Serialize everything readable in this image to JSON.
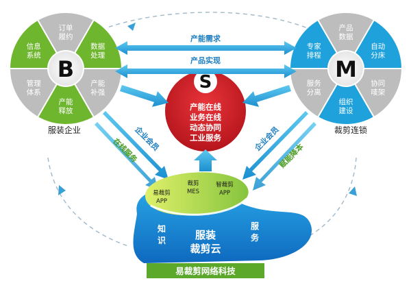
{
  "b_wheel": {
    "letter": "B",
    "caption": "服装企业",
    "segments": [
      [
        "订单",
        "履约"
      ],
      [
        "数据",
        "处理"
      ],
      [
        "产能",
        "补强"
      ],
      [
        "产能",
        "释放"
      ],
      [
        "管理",
        "体系"
      ],
      [
        "信息",
        "系统"
      ]
    ],
    "colors": {
      "green": "#6fb62f",
      "gray": "#bdbdbd"
    }
  },
  "m_wheel": {
    "letter": "M",
    "caption": "裁剪连锁",
    "segments": [
      [
        "产品",
        "数据"
      ],
      [
        "自动",
        "分床"
      ],
      [
        "协同",
        "唛架"
      ],
      [
        "组织",
        "建设"
      ],
      [
        "服务",
        "分离"
      ],
      [
        "专家",
        "排程"
      ]
    ],
    "colors": {
      "blue": "#1fa2dc",
      "gray": "#bdbdbd"
    }
  },
  "s_circle": {
    "letter": "S",
    "lines": [
      "产能在线",
      "业务在线",
      "动态协同",
      "工业服务"
    ],
    "color": "#d9222a"
  },
  "arrows": {
    "top": "产能需求",
    "middle": "产品实现",
    "left_upper": "企业会员",
    "left_lower": "在线服务",
    "right_upper": "企业会员",
    "right_lower": "赋能降本"
  },
  "cloud": {
    "apps": [
      [
        "易裁剪",
        "APP"
      ],
      [
        "裁剪",
        "MES"
      ],
      [
        "智裁剪",
        "APP"
      ]
    ],
    "side_left": [
      "知",
      "识"
    ],
    "side_right": [
      "服",
      "务"
    ],
    "title": [
      "服装",
      "裁剪云"
    ]
  },
  "footer": {
    "label": "易裁剪网络科技"
  }
}
